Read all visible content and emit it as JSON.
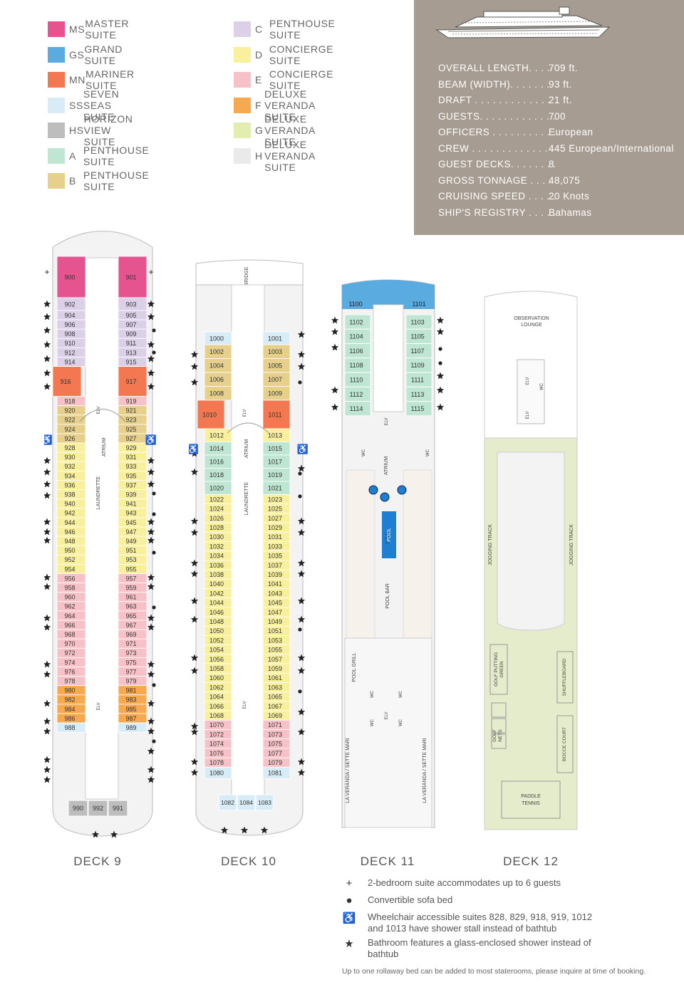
{
  "legend": [
    {
      "code": "MS",
      "label": "MASTER SUITE",
      "color": "#e6548f"
    },
    {
      "code": "GS",
      "label": "GRAND SUITE",
      "color": "#5aabdf"
    },
    {
      "code": "MN",
      "label": "MARINER SUITE",
      "color": "#f37851"
    },
    {
      "code": "SS",
      "label": "SEVEN SEAS SUITE",
      "color": "#d7ecf6"
    },
    {
      "code": "HS",
      "label": "HORIZON VIEW SUITE",
      "color": "#bdbdbd"
    },
    {
      "code": "A",
      "label": "PENTHOUSE SUITE",
      "color": "#bfe5d3"
    },
    {
      "code": "B",
      "label": "PENTHOUSE SUITE",
      "color": "#e6d08c"
    },
    {
      "code": "C",
      "label": "PENTHOUSE SUITE",
      "color": "#dcd0e8"
    },
    {
      "code": "D",
      "label": "CONCIERGE SUITE",
      "color": "#f8f09c"
    },
    {
      "code": "E",
      "label": "CONCIERGE SUITE",
      "color": "#f7c1c8"
    },
    {
      "code": "F",
      "label": "DELUXE VERANDA SUITE",
      "color": "#f7a94f"
    },
    {
      "code": "G",
      "label": "DELUXE VERANDA SUITE",
      "color": "#e2eeb0"
    },
    {
      "code": "H",
      "label": "DELUXE VERANDA SUITE",
      "color": "#eaeaea"
    }
  ],
  "specs": [
    {
      "label": "OVERALL LENGTH. . . .",
      "value": "709 ft."
    },
    {
      "label": "BEAM (WIDTH). . . . . . .",
      "value": "93 ft."
    },
    {
      "label": "DRAFT . . . . . . . . . . . . .",
      "value": "21 ft."
    },
    {
      "label": "GUESTS. . . . . . . . . . . . .",
      "value": "700"
    },
    {
      "label": "OFFICERS . . . . . . . . . . .",
      "value": "European"
    },
    {
      "label": "CREW . . . . . . . . . . . . . .",
      "value": "445 European/International"
    },
    {
      "label": "GUEST DECKS. . . . . . . .",
      "value": "8"
    },
    {
      "label": "GROSS TONNAGE . . . .",
      "value": "48,075"
    },
    {
      "label": "CRUISING SPEED . . . . .",
      "value": "20 Knots"
    },
    {
      "label": "SHIP'S REGISTRY . . . . .",
      "value": "Bahamas"
    }
  ],
  "decks": {
    "deck9": {
      "title": "DECK 9",
      "left": [
        "900",
        "902",
        "904",
        "906",
        "908",
        "910",
        "912",
        "914",
        "916",
        "918",
        "920",
        "922",
        "924",
        "926",
        "928",
        "930",
        "932",
        "934",
        "936",
        "938",
        "940",
        "942",
        "944",
        "946",
        "948",
        "950",
        "952",
        "954",
        "956",
        "958",
        "960",
        "962",
        "964",
        "966",
        "968",
        "970",
        "972",
        "974",
        "976",
        "978",
        "980",
        "982",
        "984",
        "986",
        "988"
      ],
      "right": [
        "901",
        "903",
        "905",
        "907",
        "909",
        "911",
        "913",
        "915",
        "917",
        "919",
        "921",
        "923",
        "925",
        "927",
        "929",
        "931",
        "933",
        "935",
        "937",
        "939",
        "941",
        "943",
        "945",
        "947",
        "949",
        "951",
        "953",
        "955",
        "957",
        "959",
        "961",
        "963",
        "965",
        "967",
        "969",
        "971",
        "973",
        "975",
        "977",
        "979",
        "981",
        "983",
        "985",
        "987",
        "989"
      ],
      "aft": [
        "990",
        "992",
        "991"
      ],
      "labels": {
        "atrium": "ATRIUM",
        "laundrette": "LAUNDRETTE",
        "elv": "ELV"
      }
    },
    "deck10": {
      "title": "DECK 10",
      "left": [
        "1000",
        "1002",
        "1004",
        "1006",
        "1008",
        "1010",
        "1012",
        "1014",
        "1016",
        "1018",
        "1020",
        "1022",
        "1024",
        "1026",
        "1028",
        "1030",
        "1032",
        "1034",
        "1036",
        "1038",
        "1040",
        "1042",
        "1044",
        "1046",
        "1048",
        "1050",
        "1052",
        "1054",
        "1056",
        "1058",
        "1060",
        "1062",
        "1064",
        "1066",
        "1068",
        "1070",
        "1072",
        "1074",
        "1076",
        "1078",
        "1080"
      ],
      "right": [
        "1001",
        "1003",
        "1005",
        "1007",
        "1009",
        "1011",
        "1013",
        "1015",
        "1017",
        "1019",
        "1021",
        "1023",
        "1025",
        "1027",
        "1029",
        "1031",
        "1033",
        "1035",
        "1037",
        "1039",
        "1041",
        "1043",
        "1045",
        "1047",
        "1049",
        "1051",
        "1053",
        "1055",
        "1057",
        "1059",
        "1061",
        "1063",
        "1065",
        "1067",
        "1069",
        "1071",
        "1073",
        "1075",
        "1077",
        "1079",
        "1081"
      ],
      "aft": [
        "1082",
        "1084",
        "1083"
      ],
      "labels": {
        "bridge": "BRIDGE",
        "atrium": "ATRIUM",
        "laundrette": "LAUNDRETTE",
        "elv": "ELV"
      }
    },
    "deck11": {
      "title": "DECK 11",
      "left": [
        "1100",
        "1102",
        "1104",
        "1106",
        "1108",
        "1110",
        "1112",
        "1114"
      ],
      "right": [
        "1101",
        "1103",
        "1105",
        "1107",
        "1109",
        "1111",
        "1113",
        "1115"
      ],
      "labels": {
        "elv": "ELV",
        "atrium": "ATRIUM",
        "wc": "WC",
        "pool": "POOL",
        "pool_bar": "POOL BAR",
        "pool_grill": "POOL GRILL",
        "veranda": "LA VERANDA / SETTE MARI"
      }
    },
    "deck12": {
      "title": "DECK 12",
      "labels": {
        "obs1": "OBSERVATION",
        "obs2": "LOUNGE",
        "elv": "ELV",
        "wc": "WC",
        "jogging": "JOGGING TRACK",
        "golf_putting1": "GOLF PUTTING",
        "golf_putting2": "GREEN",
        "golf_nets1": "GOLF",
        "golf_nets2": "NETS",
        "shuffleboard": "SHUFFLEBOARD",
        "bocce": "BOCCE COURT",
        "paddle1": "PADDLE",
        "paddle2": "TENNIS"
      }
    }
  },
  "notes": [
    {
      "symbol": "+",
      "text": "2-bedroom suite accommodates up to 6 guests"
    },
    {
      "symbol": "●",
      "text": "Convertible sofa bed"
    },
    {
      "symbol": "♿",
      "text": "Wheelchair accessible suites 828, 829, 918, 919, 1012 and 1013 have shower stall instead of bathtub"
    },
    {
      "symbol": "★",
      "text": "Bathroom features a glass-enclosed shower instead of bathtub"
    }
  ],
  "footnote": "Up to one rollaway bed can be added to most staterooms, please inquire at time of booking."
}
